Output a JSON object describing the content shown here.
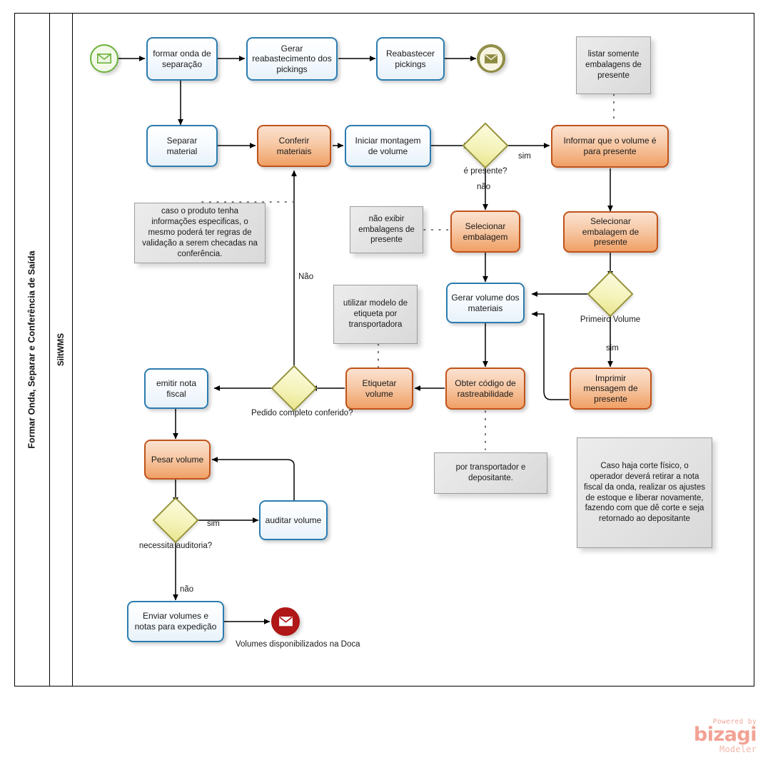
{
  "pool": {
    "title": "Formar Onda, Separar e Conferência de Saída",
    "lane": "SiltWMS"
  },
  "events": [
    {
      "id": "start",
      "name": "start-message-event",
      "type": "message-start",
      "label": ""
    },
    {
      "id": "end_top",
      "name": "end-message-event-top",
      "type": "message-intermediate",
      "label": ""
    },
    {
      "id": "end_bottom",
      "name": "end-message-event",
      "type": "message-end",
      "label": "Volumes disponibilizados na Doca"
    }
  ],
  "tasks": [
    {
      "id": "t1",
      "label": "formar onda de separação",
      "style": "blue"
    },
    {
      "id": "t2",
      "label": "Gerar reabastecimento dos pickings",
      "style": "blue"
    },
    {
      "id": "t3",
      "label": "Reabastecer pickings",
      "style": "blue"
    },
    {
      "id": "t4",
      "label": "Separar material",
      "style": "blue"
    },
    {
      "id": "t5",
      "label": "Conferir materiais",
      "style": "orange"
    },
    {
      "id": "t6",
      "label": "Iniciar montagem de volume",
      "style": "blue"
    },
    {
      "id": "t7",
      "label": "Informar que o volume é para presente",
      "style": "orange"
    },
    {
      "id": "t8",
      "label": "Selecionar embalagem",
      "style": "orange"
    },
    {
      "id": "t9",
      "label": "Selecionar embalagem de presente",
      "style": "orange"
    },
    {
      "id": "t10",
      "label": "Gerar volume dos materiais",
      "style": "blue"
    },
    {
      "id": "t11",
      "label": "Imprimir mensagem de presente",
      "style": "orange"
    },
    {
      "id": "t12",
      "label": "Obter código de rastreabilidade",
      "style": "orange"
    },
    {
      "id": "t13",
      "label": "Etiquetar volume",
      "style": "orange"
    },
    {
      "id": "t14",
      "label": "emitir nota fiscal",
      "style": "blue"
    },
    {
      "id": "t15",
      "label": "Pesar volume",
      "style": "orange"
    },
    {
      "id": "t16",
      "label": "auditar volume",
      "style": "blue"
    },
    {
      "id": "t17",
      "label": "Enviar volumes e notas para expedição",
      "style": "blue"
    }
  ],
  "gateways": [
    {
      "id": "g1",
      "label": "é presente?"
    },
    {
      "id": "g2",
      "label": "Primeiro Volume"
    },
    {
      "id": "g3",
      "label": "Pedido completo conferido?"
    },
    {
      "id": "g4",
      "label": "necessita auditoria?"
    }
  ],
  "annotations": [
    {
      "id": "n1",
      "text": "listar somente embalagens de presente"
    },
    {
      "id": "n2",
      "text": "caso o produto tenha informações especificas, o mesmo poderá ter regras de validação a serem checadas na conferência."
    },
    {
      "id": "n3",
      "text": "não exibir embalagens de presente"
    },
    {
      "id": "n4",
      "text": "utilizar modelo de etiqueta por transportadora"
    },
    {
      "id": "n5",
      "text": "por transportador e depositante."
    },
    {
      "id": "n6",
      "text": "Caso haja corte físico, o operador deverá retirar a nota fiscal da onda, realizar os ajustes de estoque e liberar novamente, fazendo com que dê corte e seja retornado ao depositante"
    }
  ],
  "flow_labels": [
    {
      "id": "f1",
      "text": "sim"
    },
    {
      "id": "f2",
      "text": "não"
    },
    {
      "id": "f3",
      "text": "Não"
    },
    {
      "id": "f4",
      "text": "sim"
    },
    {
      "id": "f5",
      "text": "sim"
    },
    {
      "id": "f6",
      "text": "não"
    }
  ],
  "branding": {
    "powered_by": "Powered by",
    "name": "bizagi",
    "product": "Modeler"
  },
  "colors": {
    "task_blue_border": "#2b7cb0",
    "task_orange_border": "#c0531a",
    "gateway_border": "#96933b",
    "start_event": "#6cb23c",
    "intermediate_event": "#8e8b43",
    "end_event": "#b01717",
    "annotation_bg": "#e6e6e6",
    "brand": "#f2a294"
  }
}
